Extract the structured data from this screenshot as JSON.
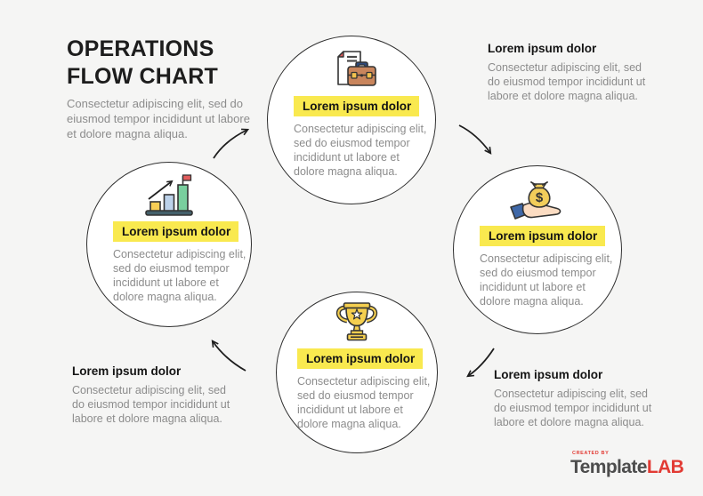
{
  "header": {
    "title_line1": "OPERATIONS",
    "title_line2": "FLOW CHART",
    "description": "Consectetur adipiscing elit, sed do eiusmod tempor incididunt ut labore et dolore magna aliqua."
  },
  "steps": [
    {
      "position": "top",
      "icon": "document-briefcase-icon",
      "label": "Lorem ipsum dolor",
      "description": "Consectetur adipiscing elit, sed do eiusmod tempor incididunt ut labore et dolore magna aliqua."
    },
    {
      "position": "right",
      "icon": "money-bag-icon",
      "label": "Lorem ipsum dolor",
      "description": "Consectetur adipiscing elit, sed do eiusmod tempor incididunt ut labore et dolore magna aliqua."
    },
    {
      "position": "bottom",
      "icon": "trophy-icon",
      "label": "Lorem ipsum dolor",
      "description": "Consectetur adipiscing elit, sed do eiusmod tempor incididunt ut labore et dolore magna aliqua."
    },
    {
      "position": "left",
      "icon": "growth-chart-icon",
      "label": "Lorem ipsum dolor",
      "description": "Consectetur adipiscing elit, sed do eiusmod tempor incididunt ut labore et dolore magna aliqua."
    }
  ],
  "notes": [
    {
      "position": "top-right",
      "label": "Lorem ipsum dolor",
      "description": "Consectetur adipiscing elit, sed do eiusmod tempor incididunt ut labore et dolore magna aliqua."
    },
    {
      "position": "bottom-right",
      "label": "Lorem ipsum dolor",
      "description": "Consectetur adipiscing elit, sed do eiusmod tempor incididunt ut labore et dolore magna aliqua."
    },
    {
      "position": "bottom-left",
      "label": "Lorem ipsum dolor",
      "description": "Consectetur adipiscing elit, sed do eiusmod tempor incididunt ut labore et dolore magna aliqua."
    }
  ],
  "footer": {
    "created_by": "CREATED BY",
    "brand_name": "Template",
    "brand_suffix": "LAB"
  },
  "colors": {
    "background": "#f5f5f4",
    "highlight_yellow": "#f9e94f",
    "brand_red": "#e23b34",
    "muted_text": "#8c8c8c",
    "circle_border": "#2f2f2f"
  }
}
